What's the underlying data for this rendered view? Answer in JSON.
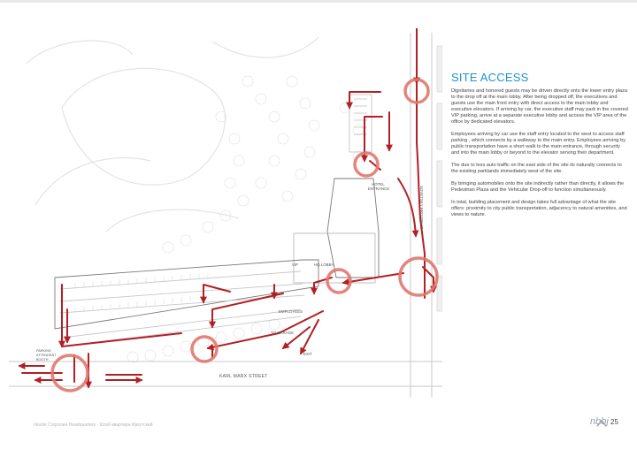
{
  "site_access": {
    "title": "SITE ACCESS",
    "paragraphs": [
      "Dignitaries and honored guests may be driven directly onto the lower entry plaza to the drop off at the main lobby. After being dropped off, the executives and guests use the main front entry with direct access to the main lobby and executive elevators. If arriving by car, the executive staff may park in the covered VIP parking, arrive at a separate executive lobby and access the VIP area of the office by dedicated elevators.",
      "Employees arriving by car use the staff entry located to the west  to access staff parking , which connects by a walkway to the main entry. Employees arriving by public transportation have a short walk to the main entrance, through security and into the main lobby or beyond to the elevator serving their department.",
      "The due to less auto traffic on the  east side of the site its naturally connects to the existing parklands immediately west of the site.",
      "By bringing automobiles onto the site indirectly rather than directly, it allows the Pedestrian Plaza and the Vehicular Drop-off to function simultaneously.",
      "In total, building placement and design takes full advantage of what the site offers: proximity to city public transportation, adjacency to natural amenities, and views to nature."
    ]
  },
  "plan_labels": {
    "hotel_entrance": [
      "HOTEL",
      "ENTRANCE"
    ],
    "vip": "VIP",
    "hq_lobby": "HQ LOBBY",
    "employees": "EMPLOYEES",
    "to_garage": "TO GARAGE",
    "exit": "EXIT",
    "parking_booth": [
      "PARKING",
      "ATTENDENT",
      "BOOTH"
    ],
    "karl_marx_street": "KARL MARX STREET",
    "sovietsky_prospect": "SOVETSKY PROSPECT"
  },
  "footer": {
    "left_text": "Irkutsk Corporate Headquarters  ·  Штаб-квартира Иркутский",
    "logo": "nbbj",
    "page_number": "25"
  },
  "colors": {
    "accent": "#1e93d0",
    "circulation": "#b21f24",
    "circle": "#e0786e"
  }
}
